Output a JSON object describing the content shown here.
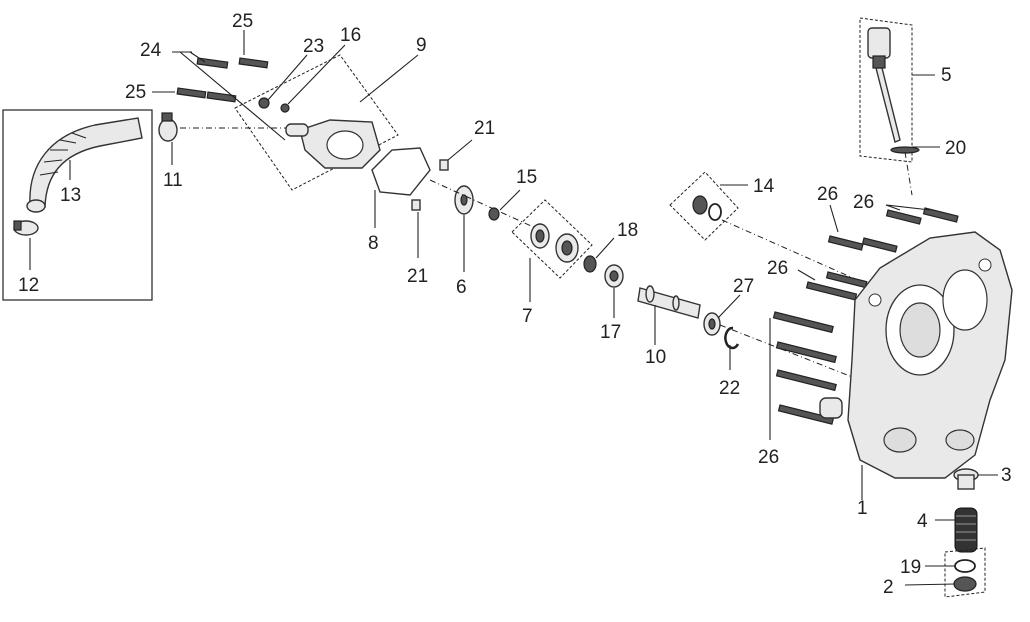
{
  "callouts": {
    "p1": "1",
    "p2": "2",
    "p3": "3",
    "p4": "4",
    "p5": "5",
    "p6": "6",
    "p7": "7",
    "p8": "8",
    "p9": "9",
    "p10": "10",
    "p11": "11",
    "p12": "12",
    "p13": "13",
    "p14": "14",
    "p15": "15",
    "p16": "16",
    "p17": "17",
    "p18": "18",
    "p19": "19",
    "p20": "20",
    "p21": "21",
    "p22": "22",
    "p23": "23",
    "p24": "24",
    "p25": "25",
    "p26": "26",
    "p27": "27"
  }
}
